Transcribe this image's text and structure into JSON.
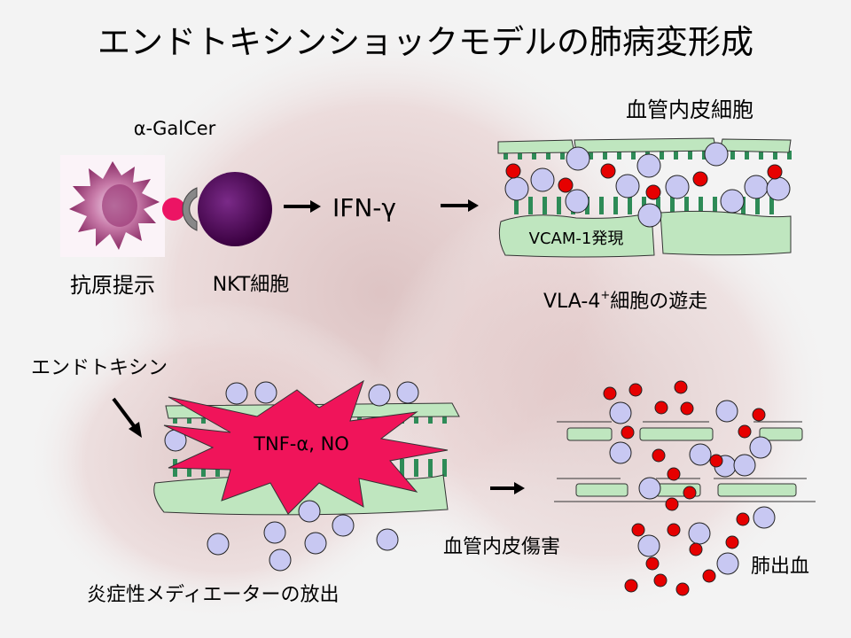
{
  "title": "エンドトキシンショックモデルの肺病変形成",
  "top": {
    "antigen_label": "α-GalCer",
    "apc_label": "抗原提示",
    "nkt_label": "NKT細胞",
    "cytokine_label": "IFN-γ",
    "endothelium_label": "血管内皮細胞",
    "vcam_label": "VCAM-1発現",
    "migration_prefix": "VLA-4",
    "migration_sup": "+",
    "migration_suffix": "細胞の遊走"
  },
  "bottom": {
    "endotoxin_label": "エンドトキシン",
    "burst_label": "TNF-α, NO",
    "mediator_label": "炎症性メディエーターの放出",
    "injury_label": "血管内皮傷害",
    "hemorrhage_label": "肺出血"
  },
  "colors": {
    "lymphocyte": "#c8c8f2",
    "rbc": "#e60000",
    "vessel": "#bfe6bf",
    "receptor": "#2e8b57",
    "burst": "#f0145a",
    "nkt": "#4b0a55"
  }
}
